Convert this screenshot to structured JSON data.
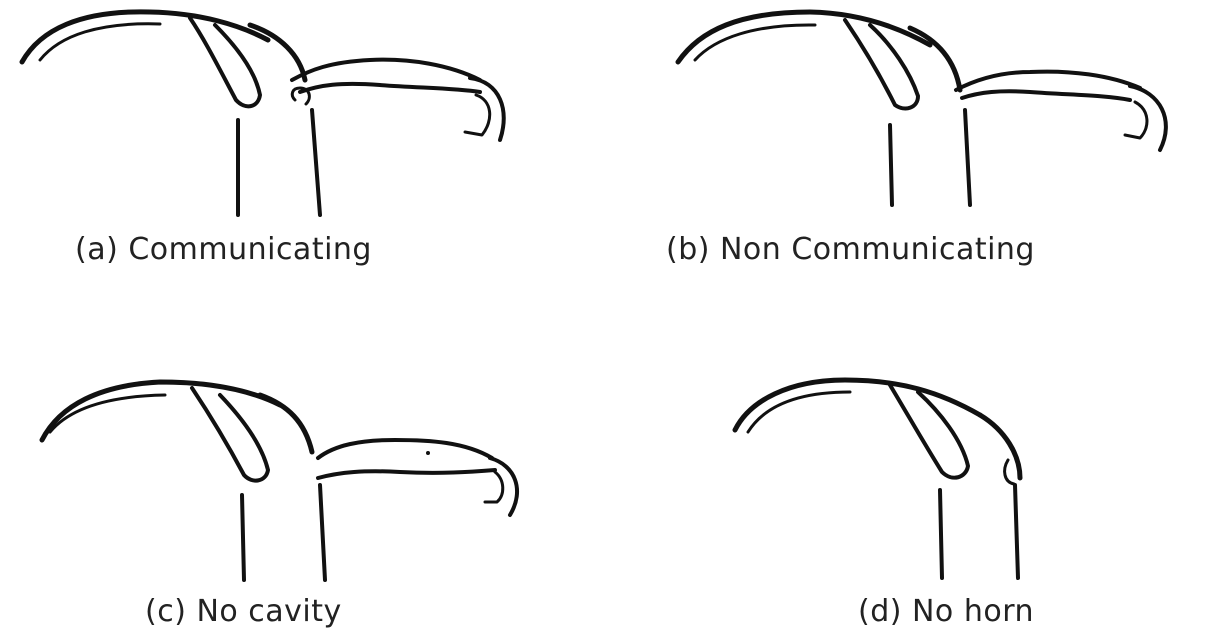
{
  "panels": [
    {
      "id": "a",
      "caption": "(a) Communicating"
    },
    {
      "id": "b",
      "caption": "(b) Non Communicating"
    },
    {
      "id": "c",
      "caption": "(c) No cavity"
    },
    {
      "id": "d",
      "caption": "(d) No horn"
    }
  ],
  "colors": {
    "ink": "#111111",
    "caption": "#222222",
    "background": "#ffffff"
  }
}
